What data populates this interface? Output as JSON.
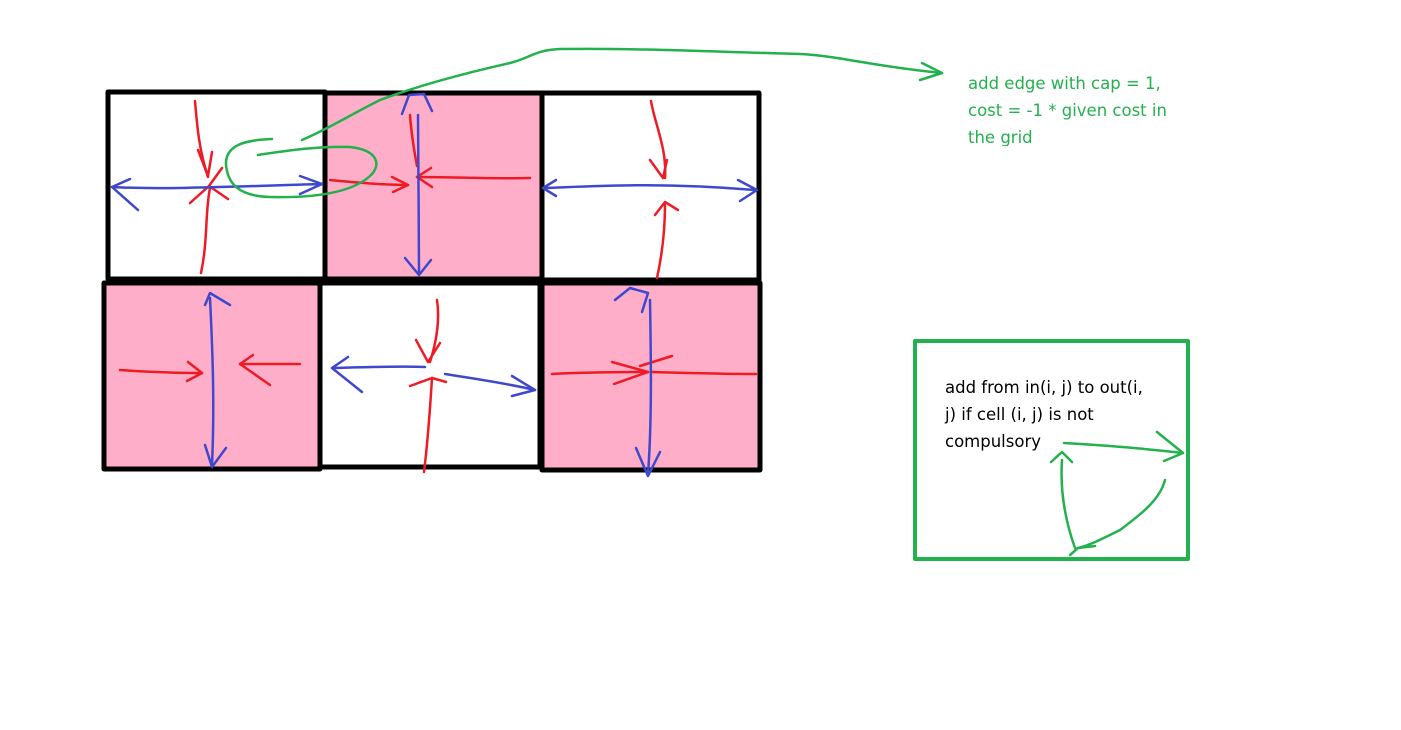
{
  "colors": {
    "page": "#ffffff",
    "grid_border": "#000000",
    "compulsory_fill": "#ffaec9",
    "in_edges": "#ed1c24",
    "out_edges": "#3f48cc",
    "annotation": "#22b14c"
  },
  "grid": {
    "rows": 2,
    "cols": 3,
    "cells": [
      {
        "row": 0,
        "col": 0,
        "compulsory": false
      },
      {
        "row": 0,
        "col": 1,
        "compulsory": true
      },
      {
        "row": 0,
        "col": 2,
        "compulsory": false
      },
      {
        "row": 1,
        "col": 0,
        "compulsory": true
      },
      {
        "row": 1,
        "col": 1,
        "compulsory": false
      },
      {
        "row": 1,
        "col": 2,
        "compulsory": true
      }
    ]
  },
  "annotations": {
    "edge_note": {
      "lines": [
        "add edge with cap = 1,",
        "cost = -1 * given cost in",
        "the grid"
      ]
    },
    "box_note": {
      "lines": [
        "add from in(i, j) to out(i,",
        "j) if cell (i, j) is not",
        "compulsory"
      ]
    }
  }
}
